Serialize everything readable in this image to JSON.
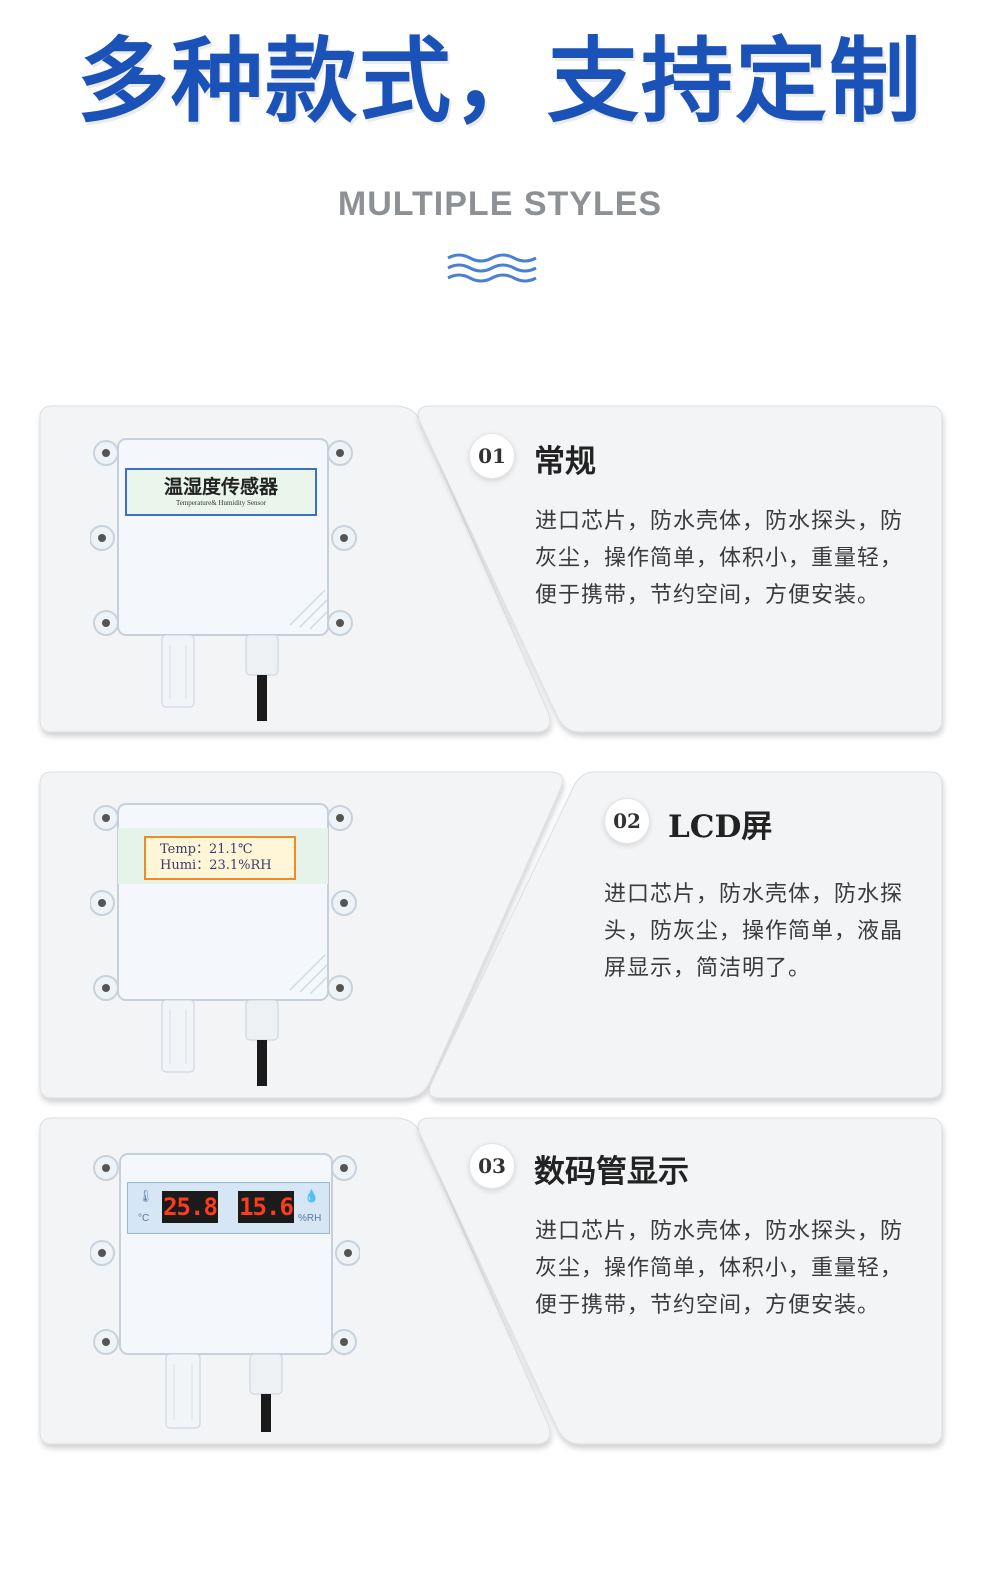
{
  "header": {
    "title": "多种款式，支持定制",
    "subtitle": "MULTIPLE STYLES"
  },
  "features": [
    {
      "number": "01",
      "title": "常规",
      "description": "进口芯片，防水壳体，防水探头，防灰尘，操作简单，体积小，重量轻，便于携带，节约空间，方便安装。"
    },
    {
      "number": "02",
      "title": "LCD屏",
      "description": "进口芯片，防水壳体，防水探头，防灰尘，操作简单，液晶屏显示，简洁明了。"
    },
    {
      "number": "03",
      "title": "数码管显示",
      "description": "进口芯片，防水壳体，防水探头，防灰尘，操作简单，体积小，重量轻，便于携带，节约空间，方便安装。"
    }
  ],
  "devices": {
    "standard": {
      "label_cn": "温湿度传感器",
      "label_en": "Temperature& Humidity Sensor"
    },
    "lcd": {
      "temp_line": "Temp：21.1℃",
      "humi_line": "Humi：23.1%RH"
    },
    "led": {
      "temp_value": "25.8",
      "temp_unit": "°C",
      "humi_value": "15.6",
      "humi_unit": "%RH"
    }
  },
  "colors": {
    "title_blue": "#1b52b8",
    "subtitle_gray": "#8d9094",
    "wave_blue": "#4a7fd6",
    "card_bg": "#f3f4f6"
  },
  "icons": {
    "divider": "wave-icon",
    "temperature": "thermometer-icon",
    "humidity": "droplet-icon"
  }
}
